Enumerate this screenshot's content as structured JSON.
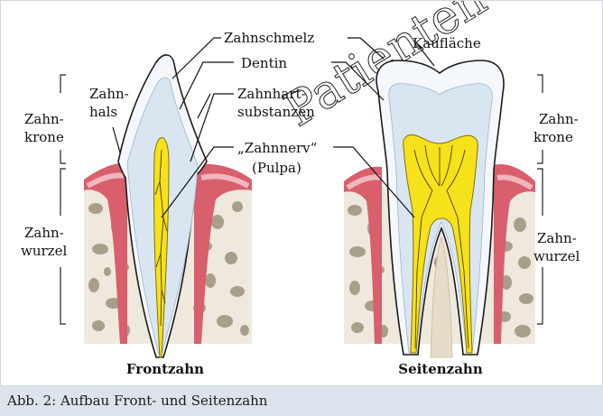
{
  "watermark": "Patienten",
  "labels": {
    "enamel": "Zahnschmelz",
    "dentin": "Dentin",
    "occlusal": "Kaufläche",
    "neck_1": "Zahn-",
    "neck_2": "hals",
    "hard_1": "Zahnhart-",
    "hard_2": "substanzen",
    "nerve_1": "„Zahnnerv“",
    "nerve_2": "(Pulpa)",
    "crown_left_1": "Zahn-",
    "crown_left_2": "krone",
    "crown_right_1": "Zahn-",
    "crown_right_2": "krone",
    "root_left_1": "Zahn-",
    "root_left_2": "wurzel",
    "root_right_1": "Zahn-",
    "root_right_2": "wurzel"
  },
  "titles": {
    "front": "Frontzahn",
    "side": "Seitenzahn"
  },
  "caption": "Abb. 2: Aufbau Front- und Seitenzahn",
  "colors": {
    "enamel": "#f4f8fc",
    "dentin": "#d9e6f2",
    "pulp": "#f5e21a",
    "gum": "#d85f6b",
    "gum_light": "#f2b6bd",
    "bone": "#eee9dc",
    "bone_spots": "#a89f8a",
    "root_canal": "#e0c86a"
  }
}
